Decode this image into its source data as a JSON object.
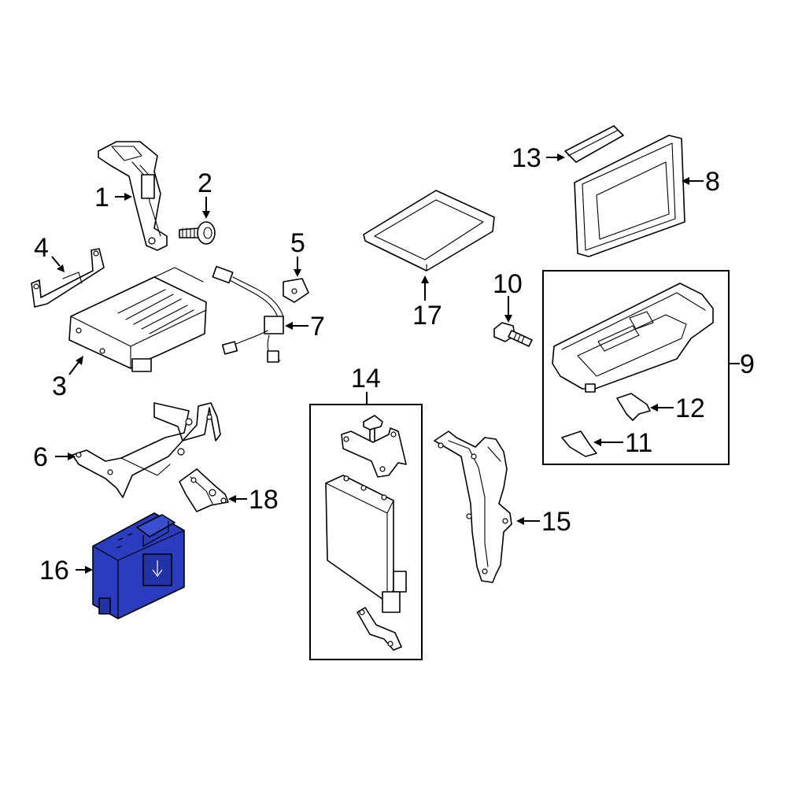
{
  "callouts": {
    "c1": "1",
    "c2": "2",
    "c3": "3",
    "c4": "4",
    "c5": "5",
    "c6": "6",
    "c7": "7",
    "c8": "8",
    "c9": "9",
    "c10": "10",
    "c11": "11",
    "c12": "12",
    "c13": "13",
    "c14": "14",
    "c15": "15",
    "c16": "16",
    "c17": "17",
    "c18": "18"
  },
  "colors": {
    "highlight": "#2a3dbf",
    "line": "#000000",
    "background": "#ffffff"
  },
  "highlighted_part": "16"
}
